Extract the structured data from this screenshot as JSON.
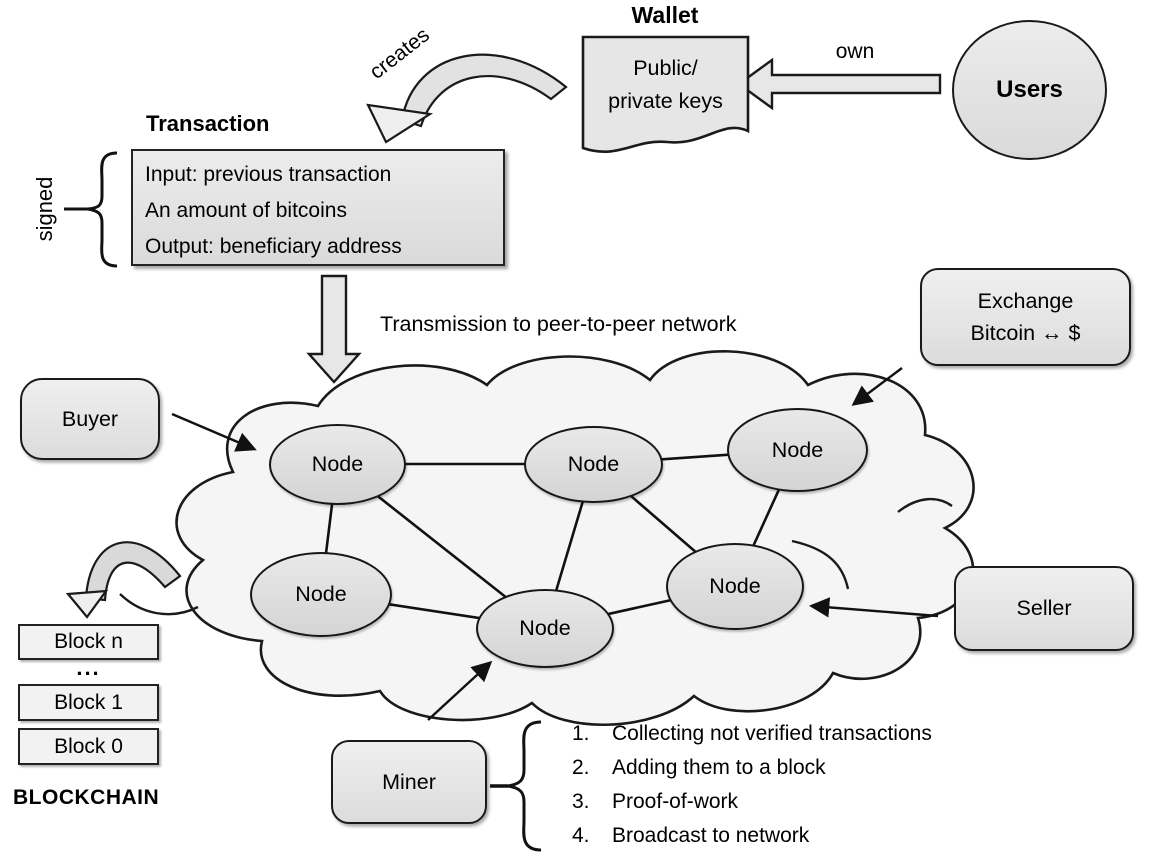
{
  "diagram": {
    "wallet": {
      "title": "Wallet",
      "lines": [
        "Public/",
        "private keys"
      ]
    },
    "users": {
      "label": "Users"
    },
    "own_label": "own",
    "creates_label": "creates",
    "transaction": {
      "title": "Transaction",
      "lines": [
        "Input: previous transaction",
        "An amount of bitcoins",
        "Output: beneficiary address"
      ]
    },
    "signed_label": "signed",
    "transmission_label": "Transmission to peer-to-peer network",
    "network": {
      "nodes": [
        "Node",
        "Node",
        "Node",
        "Node",
        "Node",
        "Node"
      ],
      "edges": [
        "n1-n2",
        "n2-n3",
        "n1-n4",
        "n1-n5",
        "n2-n5",
        "n2-n6",
        "n3-n6",
        "n4-n5",
        "n5-n6"
      ]
    },
    "buyer": {
      "label": "Buyer"
    },
    "exchange": {
      "lines": [
        "Exchange",
        "Bitcoin ↔ $"
      ]
    },
    "seller": {
      "label": "Seller"
    },
    "miner": {
      "label": "Miner",
      "tasks": [
        {
          "num": "1.",
          "text": "Collecting not verified transactions"
        },
        {
          "num": "2.",
          "text": "Adding them to a block"
        },
        {
          "num": "3.",
          "text": "Proof-of-work"
        },
        {
          "num": "4.",
          "text": "Broadcast to network"
        }
      ]
    },
    "blockchain": {
      "blocks": [
        "Block n",
        "Block 1",
        "Block 0"
      ],
      "dots": "...",
      "caption": "BLOCKCHAIN"
    }
  },
  "colors": {
    "border": "#1a1a1a",
    "box_fill": "#e3e3e3",
    "cloud_fill": "#f5f5f5",
    "node_fill": "#dcdcdc",
    "block_fill": "#f2f2f2",
    "text": "#000000"
  }
}
